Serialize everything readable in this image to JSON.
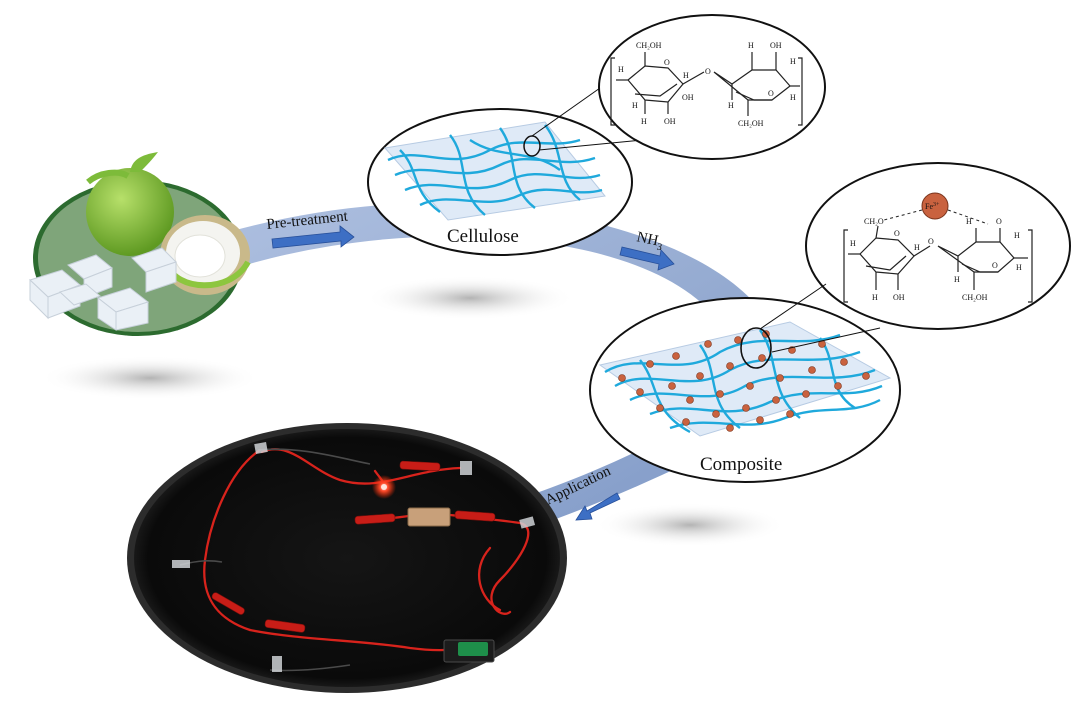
{
  "labels": {
    "pretreatment": "Pre-treatment",
    "cellulose": "Cellulose",
    "nh3_main": "NH",
    "nh3_sub": "3",
    "composite": "Composite",
    "application": "Application"
  },
  "structure_top": {
    "atoms": {
      "ch2oh_a": "CH₂OH",
      "oh_a": "OH",
      "h_a1": "H",
      "h_a2": "H",
      "h_a3": "H",
      "h_a4": "H",
      "oh_a2": "OH",
      "o_ring_a": "O",
      "o_bridge": "O",
      "h_b1": "H",
      "oh_b": "OH",
      "h_b2": "H",
      "h_b3": "H",
      "o_ring_b": "O",
      "h_b4": "H",
      "ch2oh_b": "CH₂OH"
    }
  },
  "structure_bottom": {
    "ion_main": "Fe",
    "ion_sup": "3+",
    "atoms": {
      "ch2o": "CH₂O",
      "h_a1": "H",
      "h_a2": "H",
      "h_a3": "H",
      "oh_a": "OH",
      "o_ring_a": "O",
      "o_bridge": "O",
      "h_b1": "H",
      "o_b": "O",
      "h_b2": "H",
      "h_b3": "H",
      "o_ring_b": "O",
      "h_b4": "H",
      "ch2oh_b": "CH₂OH"
    }
  },
  "colors": {
    "ring_band": "#8ea6cf",
    "arrow": "#3d6fc4",
    "fiber": "#1fa9dc",
    "mesh_plane": "#dfeaf7",
    "fe_particle": "#c9623f",
    "coconut": "#8dc63f",
    "photo_bg": "#0b0b0b",
    "wire": "#d8231c"
  },
  "icons": {
    "coconut": "coconut-image",
    "circuit_photo": "led-circuit-photo",
    "arrows": "flow-arrow-icon"
  }
}
